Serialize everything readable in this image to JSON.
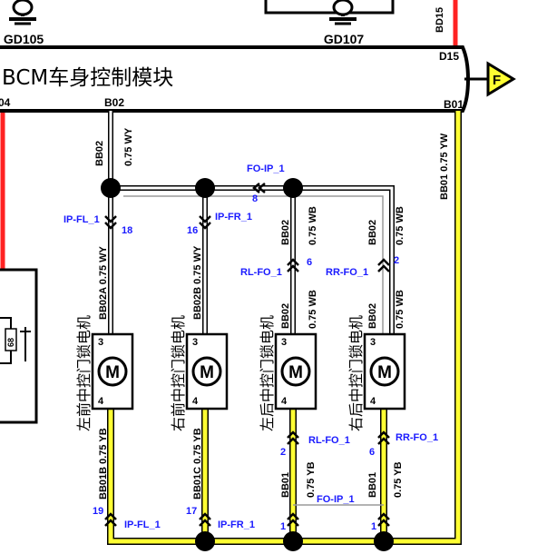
{
  "grounds": {
    "left": "GD105",
    "right": "GD107"
  },
  "module": {
    "title": "BCM车身控制模块",
    "pin_d15": "D15",
    "pin_b02": "B02",
    "pin_b01": "B01",
    "pin_left": "04",
    "top_right_pin": "BD15"
  },
  "flag": {
    "label": "F"
  },
  "wires": {
    "bb02_main": "BB02",
    "bb02_main_size": "0.75 WY",
    "bb01_main": "BB01 0.75 YW",
    "fl_top": "BB02A 0.75 WY",
    "fr_top": "BB02B 0.75 WY",
    "rl_top_a": "BB02",
    "rl_top_size": "0.75 WB",
    "rl_lower_a": "BB02",
    "rl_lower_size": "0.75 WB",
    "rr_top_a": "BB02",
    "rr_top_size": "0.75 WB",
    "rr_lower_a": "BB02",
    "rr_lower_size": "0.75 WB",
    "fl_bottom": "BB01B 0.75 YB",
    "fr_bottom": "BB01C 0.75 YB",
    "rl_bottom_a": "BB01",
    "rl_bottom_size": "0.75 YB",
    "rr_bottom_a": "BB01",
    "rr_bottom_size": "0.75 YB"
  },
  "connectors": {
    "fo_ip_top": "FO-IP_1",
    "fo_ip_top_pin": "8",
    "ip_fl_top": "IP-FL_1",
    "ip_fl_top_pin": "18",
    "ip_fr_top": "IP-FR_1",
    "ip_fr_top_pin": "16",
    "rl_fo_top": "RL-FO_1",
    "rl_fo_top_pin": "6",
    "rr_fo_top": "RR-FO_1",
    "rr_fo_top_pin": "2",
    "rl_fo_bottom": "RL-FO_1",
    "rl_fo_bottom_pin": "2",
    "rr_fo_bottom": "RR-FO_1",
    "rr_fo_bottom_pin": "6",
    "fo_ip_bottom": "FO-IP_1",
    "ip_fl_bottom": "IP-FL_1",
    "ip_fl_bottom_pin": "19",
    "ip_fr_bottom": "IP-FR_1",
    "ip_fr_bottom_pin": "17",
    "rl_bottom_pin": "1",
    "rr_bottom_pin": "1"
  },
  "motors": {
    "fl": {
      "name": "左前中控门锁电机",
      "pin_top": "3",
      "pin_bottom": "4"
    },
    "fr": {
      "name": "右前中控门锁电机",
      "pin_top": "3",
      "pin_bottom": "4"
    },
    "rl": {
      "name": "左后中控门锁电机",
      "pin_top": "3",
      "pin_bottom": "4"
    },
    "rr": {
      "name": "右后中控门锁电机",
      "pin_top": "3",
      "pin_bottom": "4"
    },
    "symbol": "M"
  },
  "left_component": {
    "label": "68"
  },
  "colors": {
    "yellow": "#ffff33",
    "red": "#ff2222",
    "blue": "#1a1aff",
    "gray": "#9a9a9a"
  }
}
